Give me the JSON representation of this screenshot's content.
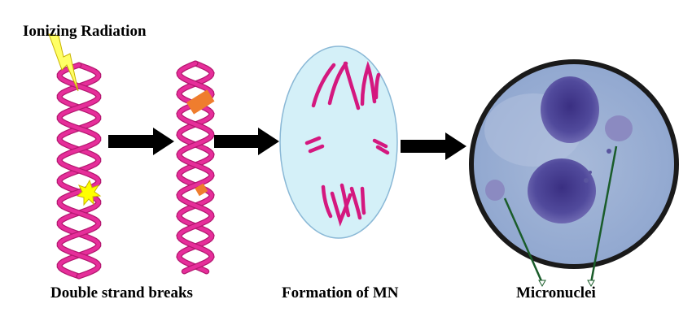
{
  "labels": {
    "ionizing_radiation": "Ionizing Radiation",
    "double_strand_breaks": "Double strand breaks",
    "formation_of_mn": "Formation of MN",
    "micronuclei": "Micronuclei"
  },
  "colors": {
    "dna_strand": "#e62e9a",
    "dna_outline": "#b3176f",
    "lightning": "#ffff66",
    "break_marker": "#ef7d2e",
    "starburst": "#ffff00",
    "arrow": "#000000",
    "cell_fill": "#d4f0f8",
    "cell_stroke": "#8ab8d6",
    "chromosome": "#d4187f",
    "micrograph_bg": "#9fb3d4",
    "nucleus": "#4d4596",
    "pointer_line": "#1a5c2a"
  },
  "icons": [
    "lightning-bolt-icon",
    "dna-helix-icon",
    "starburst-icon",
    "arrow-right-icon",
    "cell-icon",
    "micrograph-icon"
  ]
}
